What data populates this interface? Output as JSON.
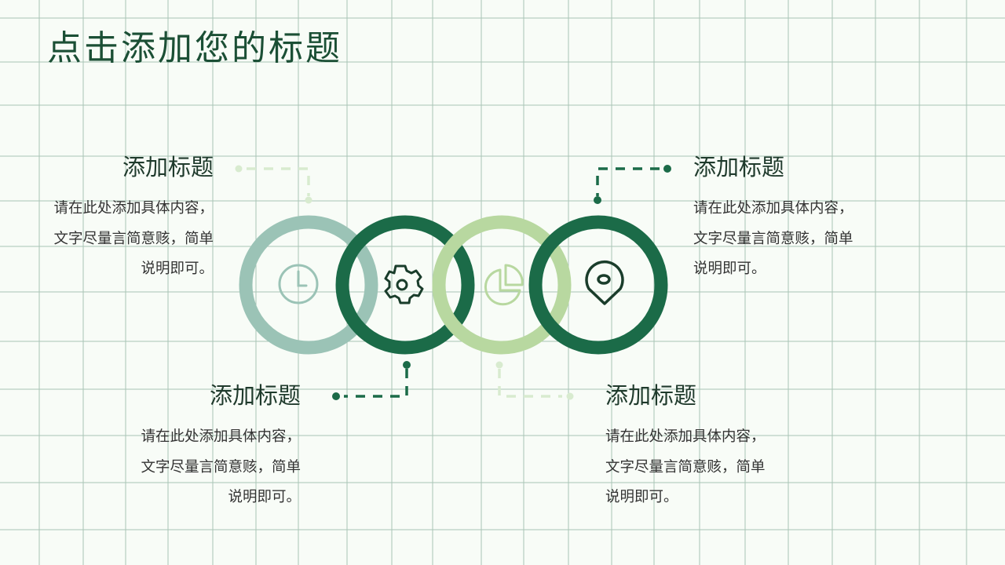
{
  "page": {
    "title": "点击添加您的标题",
    "background_color": "#f8fcf7",
    "grid_color": "#a9c4b6"
  },
  "colors": {
    "sage": "#9bc3b6",
    "dark_green": "#1b6b48",
    "light_green": "#b8d8a0",
    "pale_connector": "#d8ebcf",
    "title_text": "#1b4f35"
  },
  "rings": [
    {
      "id": "ring-1",
      "color": "sage",
      "icon": "clock-icon"
    },
    {
      "id": "ring-2",
      "color": "dark_green",
      "icon": "gear-icon"
    },
    {
      "id": "ring-3",
      "color": "light_green",
      "icon": "pie-chart-icon"
    },
    {
      "id": "ring-4",
      "color": "dark_green",
      "icon": "location-pin-icon"
    }
  ],
  "blocks": [
    {
      "position": "top-left",
      "heading": "添加标题",
      "lines": [
        "请在此处添加具体内容，",
        "文字尽量言简意赅，简单",
        "说明即可。"
      ]
    },
    {
      "position": "top-right",
      "heading": "添加标题",
      "lines": [
        "请在此处添加具体内容，",
        "文字尽量言简意赅，简单",
        "说明即可。"
      ]
    },
    {
      "position": "bottom-left",
      "heading": "添加标题",
      "lines": [
        "请在此处添加具体内容，",
        "文字尽量言简意赅，简单",
        "说明即可。"
      ]
    },
    {
      "position": "bottom-right",
      "heading": "添加标题",
      "lines": [
        "请在此处添加具体内容，",
        "文字尽量言简意赅，简单",
        "说明即可。"
      ]
    }
  ]
}
